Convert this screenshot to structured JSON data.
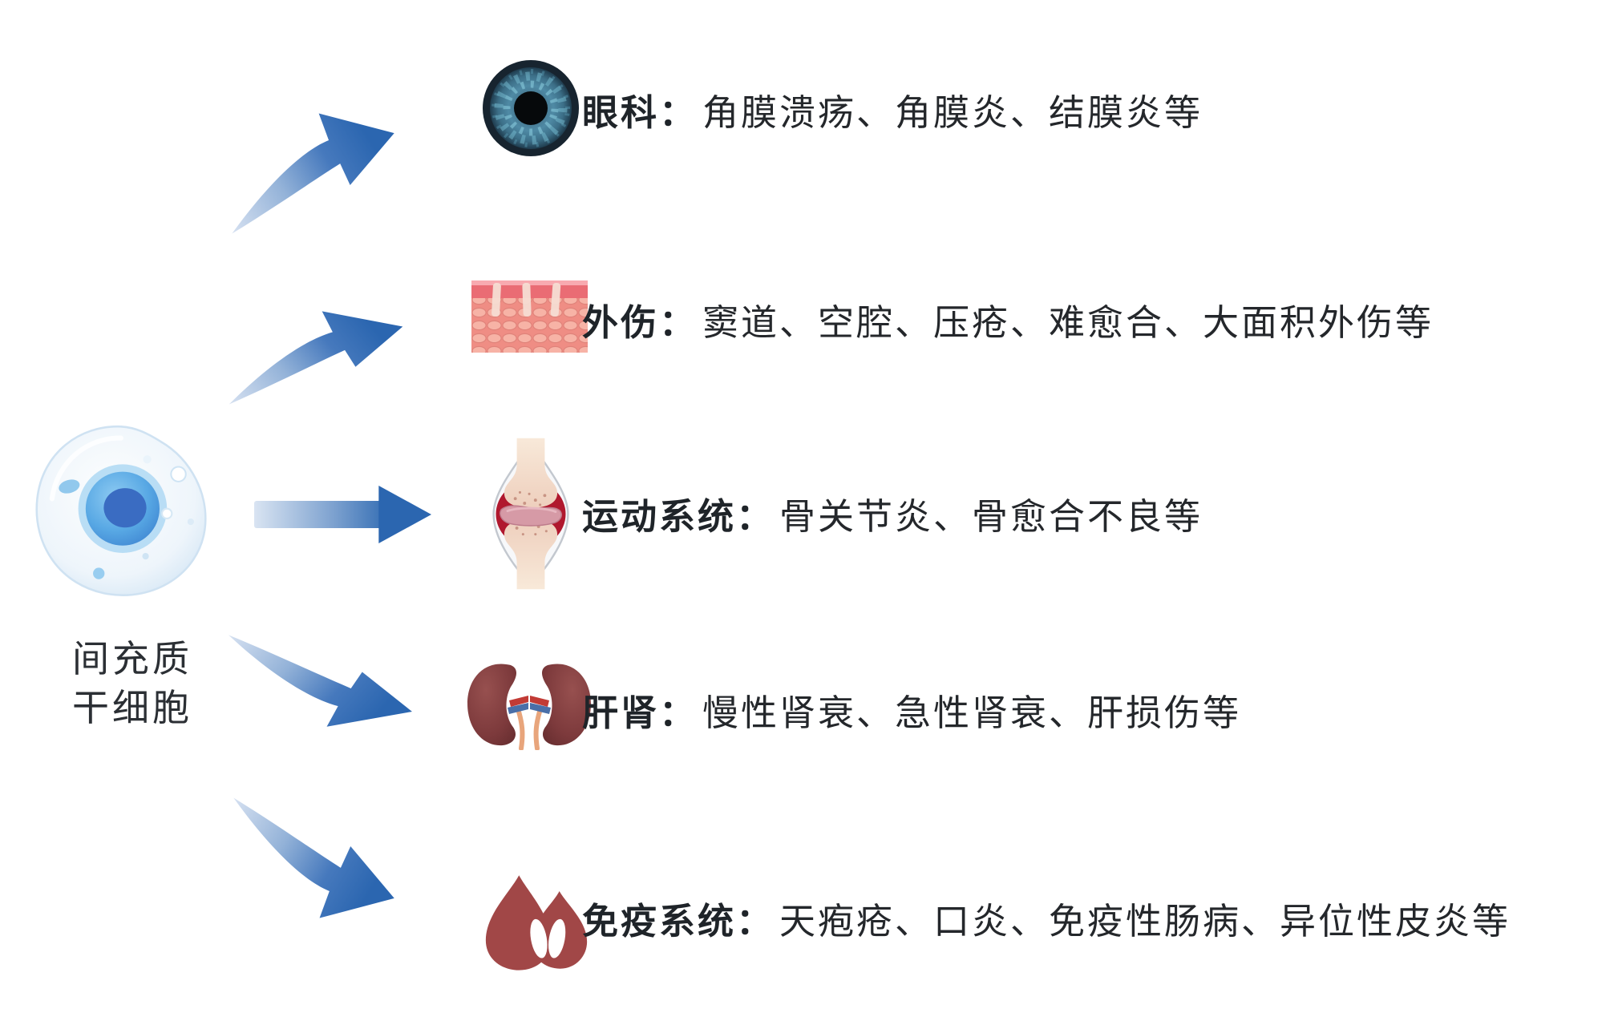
{
  "source_cell": {
    "label_lines": [
      "间充质",
      "干细胞"
    ]
  },
  "rows": [
    {
      "id": "ophthalmology",
      "icon": "eye-iris-icon",
      "label": "眼科：",
      "detail": "角膜溃疡、角膜炎、结膜炎等"
    },
    {
      "id": "trauma",
      "icon": "skin-cross-section-icon",
      "label": "外伤：",
      "detail": "窦道、空腔、压疮、难愈合、大面积外伤等"
    },
    {
      "id": "motor-system",
      "icon": "knee-joint-icon",
      "label": "运动系统：",
      "detail": "骨关节炎、骨愈合不良等"
    },
    {
      "id": "liver-kidney",
      "icon": "kidneys-icon",
      "label": "肝肾：",
      "detail": "慢性肾衰、急性肾衰、肝损伤等"
    },
    {
      "id": "immune-system",
      "icon": "blood-drop-icon",
      "label": "免疫系统：",
      "detail": "天疱疮、口炎、免疫性肠病、异位性皮炎等"
    }
  ],
  "colors": {
    "background": "#ffffff",
    "text": "#24272b",
    "arrow_head": "#2b66b0",
    "arrow_tail": "#cfdded",
    "cell_nucleus_outer": "#5fb0e8",
    "cell_nucleus_inner": "#3a6cc2",
    "eye_iris": "#4f8aa5",
    "skin_base": "#ef8d84",
    "joint_inflammation": "#b0182e",
    "kidney_body": "#7d3a3c",
    "blood_drop": "#a14747"
  }
}
